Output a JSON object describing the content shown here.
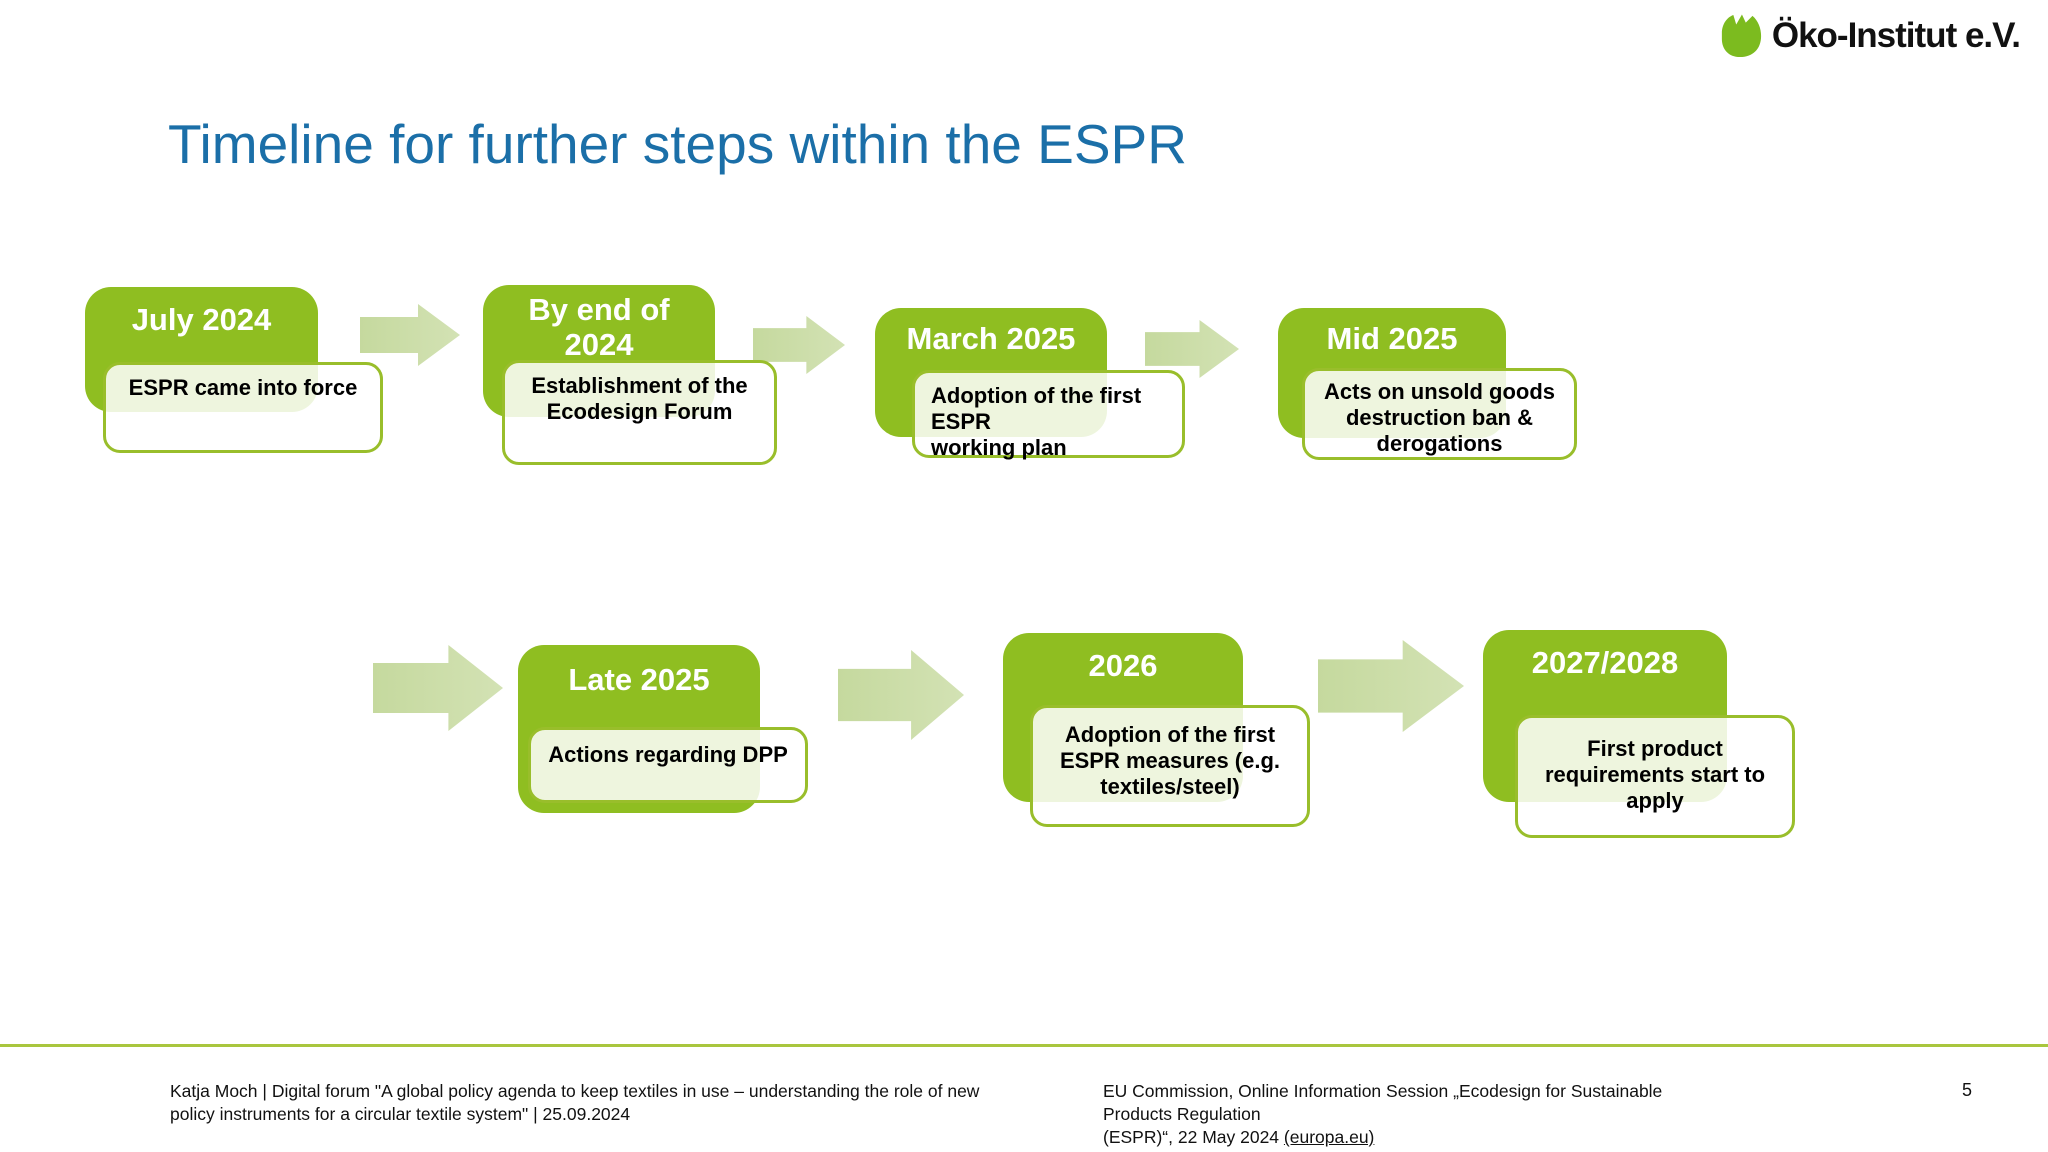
{
  "logo": {
    "text": "Öko-Institut e.V.",
    "icon_color": "#7CBB1F"
  },
  "title": "Timeline for further steps within the ESPR",
  "colors": {
    "title_blue": "#1B6FA8",
    "box_green": "#8FBE21",
    "arrow_green": "#CBDDA5",
    "white_box_border": "#99BE2B",
    "footer_line": "#A9C63E"
  },
  "timeline": {
    "milestones": [
      {
        "period": "July 2024",
        "description": "ESPR came into force"
      },
      {
        "period": "By end of\n2024",
        "description": "Establishment of the\nEcodesign Forum"
      },
      {
        "period": "March 2025",
        "description": "Adoption of the first ESPR\nworking plan"
      },
      {
        "period": "Mid 2025",
        "description": "Acts on unsold goods\ndestruction ban &\nderogations"
      },
      {
        "period": "Late 2025",
        "description": "Actions regarding DPP"
      },
      {
        "period": "2026",
        "description": "Adoption of the first\nESPR measures (e.g.\ntextiles/steel)"
      },
      {
        "period": "2027/2028",
        "description": "First product\nrequirements start to\napply"
      }
    ]
  },
  "footer": {
    "left_line1": "Katja Moch | Digital forum \"A global policy agenda to keep textiles in use – understanding the role of new",
    "left_line2": "policy instruments for a circular textile system\" | 25.09.2024",
    "right_line1": "EU Commission, Online Information Session „Ecodesign for Sustainable Products Regulation",
    "right_line2": "(ESPR)“, 22 May 2024 ",
    "right_link": "(europa.eu)",
    "page_number": "5"
  }
}
